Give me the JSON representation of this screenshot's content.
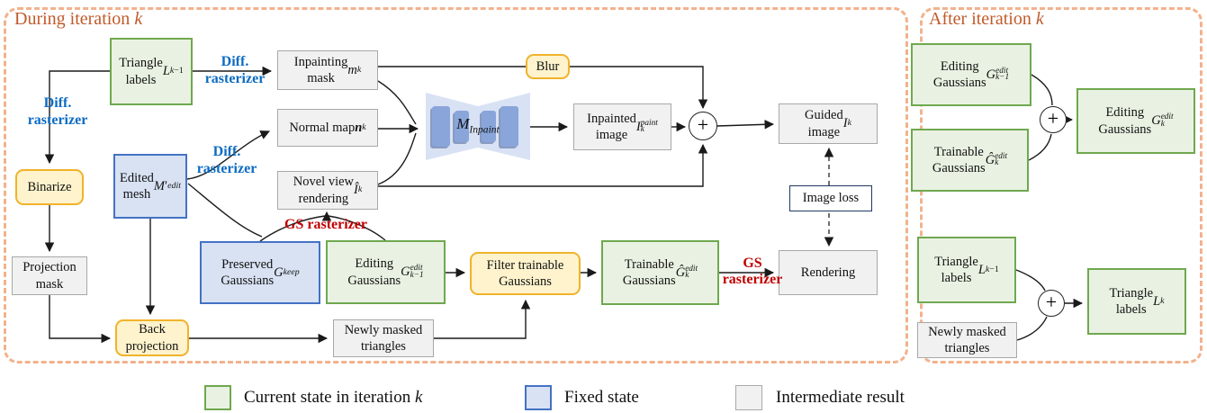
{
  "panels": {
    "during": {
      "title_html": "During iteration <i>k</i>"
    },
    "after": {
      "title_html": "After iteration <i>k</i>"
    }
  },
  "edge_labels": {
    "diff_rasterizer": "Diff.<br>rasterizer",
    "gs_rasterizer_inline": "GS rasterizer",
    "gs_rasterizer_stacked": "GS<br>rasterizer"
  },
  "symbols": {
    "plus": "+"
  },
  "nodes": {
    "triangle_labels_prev": "Triangle<br>labels<br><i>L</i><sub><i>k</i>−1</sub>",
    "inpainting_mask": "Inpainting<br>mask <i>m</i><sub><i>k</i></sub>",
    "blur": "Blur",
    "normal_map": "Normal map<br><b><i>n</i></b><sub><i>k</i></sub>",
    "edited_mesh": "Edited<br>mesh<br><i>M</i>&prime;<sub><i>edit</i></sub>",
    "novel_view": "Novel view<br>rendering <i>Î</i><sub><i>k</i></sub>",
    "inpaint_network": "<i>M</i><sub><i>Inpaint</i></sub>",
    "inpainted_image": "Inpainted<br>image <i>I</i><span class='ss'><span>paint</span><span>k</span></span>",
    "guided_image": "Guided<br>image <i>I</i><sub><i>k</i></sub>",
    "image_loss": "Image loss",
    "binarize": "Binarize",
    "projection_mask": "Projection<br>mask",
    "back_projection": "Back<br>projection",
    "preserved_gaussians": "Preserved<br>Gaussians <i>G</i><sup><i>keep</i></sup>",
    "editing_gaussians_prev": "Editing<br>Gaussians <i>G</i><span class='ss'><span>edit</span><span>k−1</span></span>",
    "filter_trainable": "Filter trainable<br>Gaussians",
    "trainable_gaussians": "Trainable<br>Gaussians <i>Ĝ</i><span class='ss'><span>edit</span><span>k</span></span>",
    "rendering": "Rendering",
    "newly_masked_triangles": "Newly masked<br>triangles"
  },
  "after_nodes": {
    "editing_gaussians_prev": "Editing<br>Gaussians <i>G</i><span class='ss'><span>edit</span><span>k−1</span></span>",
    "trainable_gaussians": "Trainable<br>Gaussians <i>Ĝ</i><span class='ss'><span>edit</span><span>k</span></span>",
    "editing_gaussians_out": "Editing<br>Gaussians <i>G</i><span class='ss'><span>edit</span><span>k</span></span>",
    "triangle_labels_prev": "Triangle<br>labels <i>L</i><sub><i>k</i>−1</sub>",
    "newly_masked_triangles": "Newly masked<br>triangles",
    "triangle_labels_out": "Triangle<br>labels <i>L</i><sub><i>k</i></sub>"
  },
  "legend": {
    "items": [
      {
        "swatch": "green",
        "label_html": "Current state in iteration <i>k</i>"
      },
      {
        "swatch": "blue",
        "label_html": "Fixed state"
      },
      {
        "swatch": "gray",
        "label_html": "Intermediate result"
      }
    ]
  },
  "colors": {
    "panel_border": "#F2B28C",
    "panel_title": "#C05A2B",
    "green_fill": "#E9F2E2",
    "green_border": "#6FA84F",
    "blue_fill": "#D8E2F3",
    "blue_border": "#4472C4",
    "yellow_fill": "#FEF3CC",
    "yellow_border": "#F0B32A",
    "gray_fill": "#F1F1F1",
    "gray_border": "#A8A8A8",
    "loss_border": "#1F3864",
    "diff_rasterizer_text": "#0B6BC2",
    "gs_rasterizer_text": "#C00000",
    "network_fill": "#D9E2F4",
    "network_bar": "#89A5DA"
  }
}
